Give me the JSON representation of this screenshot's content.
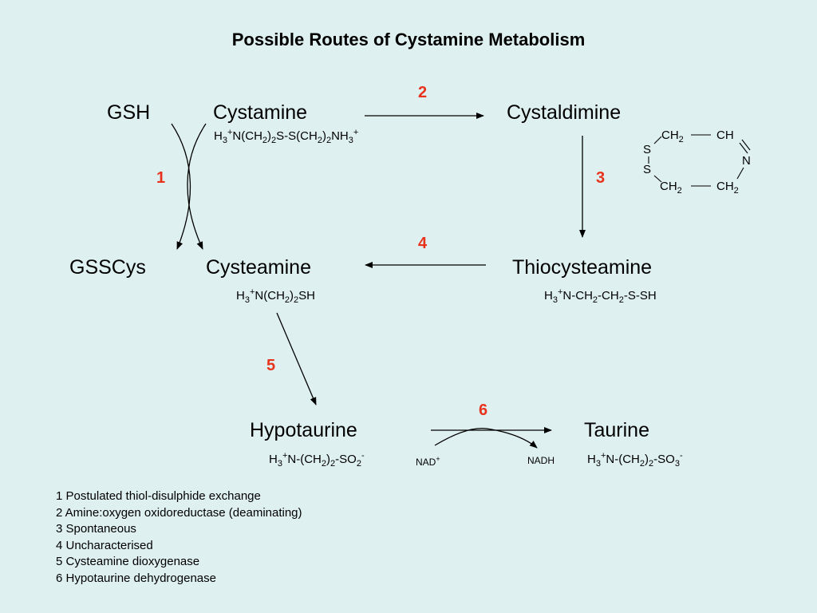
{
  "title": "Possible Routes of Cystamine Metabolism",
  "compounds": {
    "gsh": "GSH",
    "cystamine": "Cystamine",
    "cystaldimine": "Cystaldimine",
    "gsscys": "GSSCys",
    "cysteamine": "Cysteamine",
    "thiocysteamine": "Thiocysteamine",
    "hypotaurine": "Hypotaurine",
    "taurine": "Taurine"
  },
  "steps": [
    "1",
    "2",
    "3",
    "4",
    "5",
    "6"
  ],
  "ring": {
    "s1": "S",
    "s2": "S",
    "ch2": "CH",
    "ch": "CH",
    "n": "N",
    "sub2": "2"
  },
  "cofactors": {
    "nad": "NAD",
    "nad_charge": "+",
    "nadh": "NADH"
  },
  "formula_parts": {
    "h": "H",
    "sub3": "3",
    "sub2": "2",
    "plus": "+",
    "minus": "-",
    "n_open": "N(CH",
    "close_s": ")",
    "s_s": "S-S(CH",
    "nh": "NH",
    "sh": "SH",
    "n_ch": "N-CH",
    "dash_ch": "-CH",
    "dash_ssh": "-S-SH",
    "n_dash_open": "N-(CH",
    "close_dash_so": ")",
    "so": "-SO"
  },
  "notes": [
    "1 Postulated thiol-disulphide exchange",
    "2 Amine:oxygen oxidoreductase (deaminating)",
    "3 Spontaneous",
    "4 Uncharacterised",
    "5 Cysteamine dioxygenase",
    "6 Hypotaurine dehydrogenase"
  ]
}
